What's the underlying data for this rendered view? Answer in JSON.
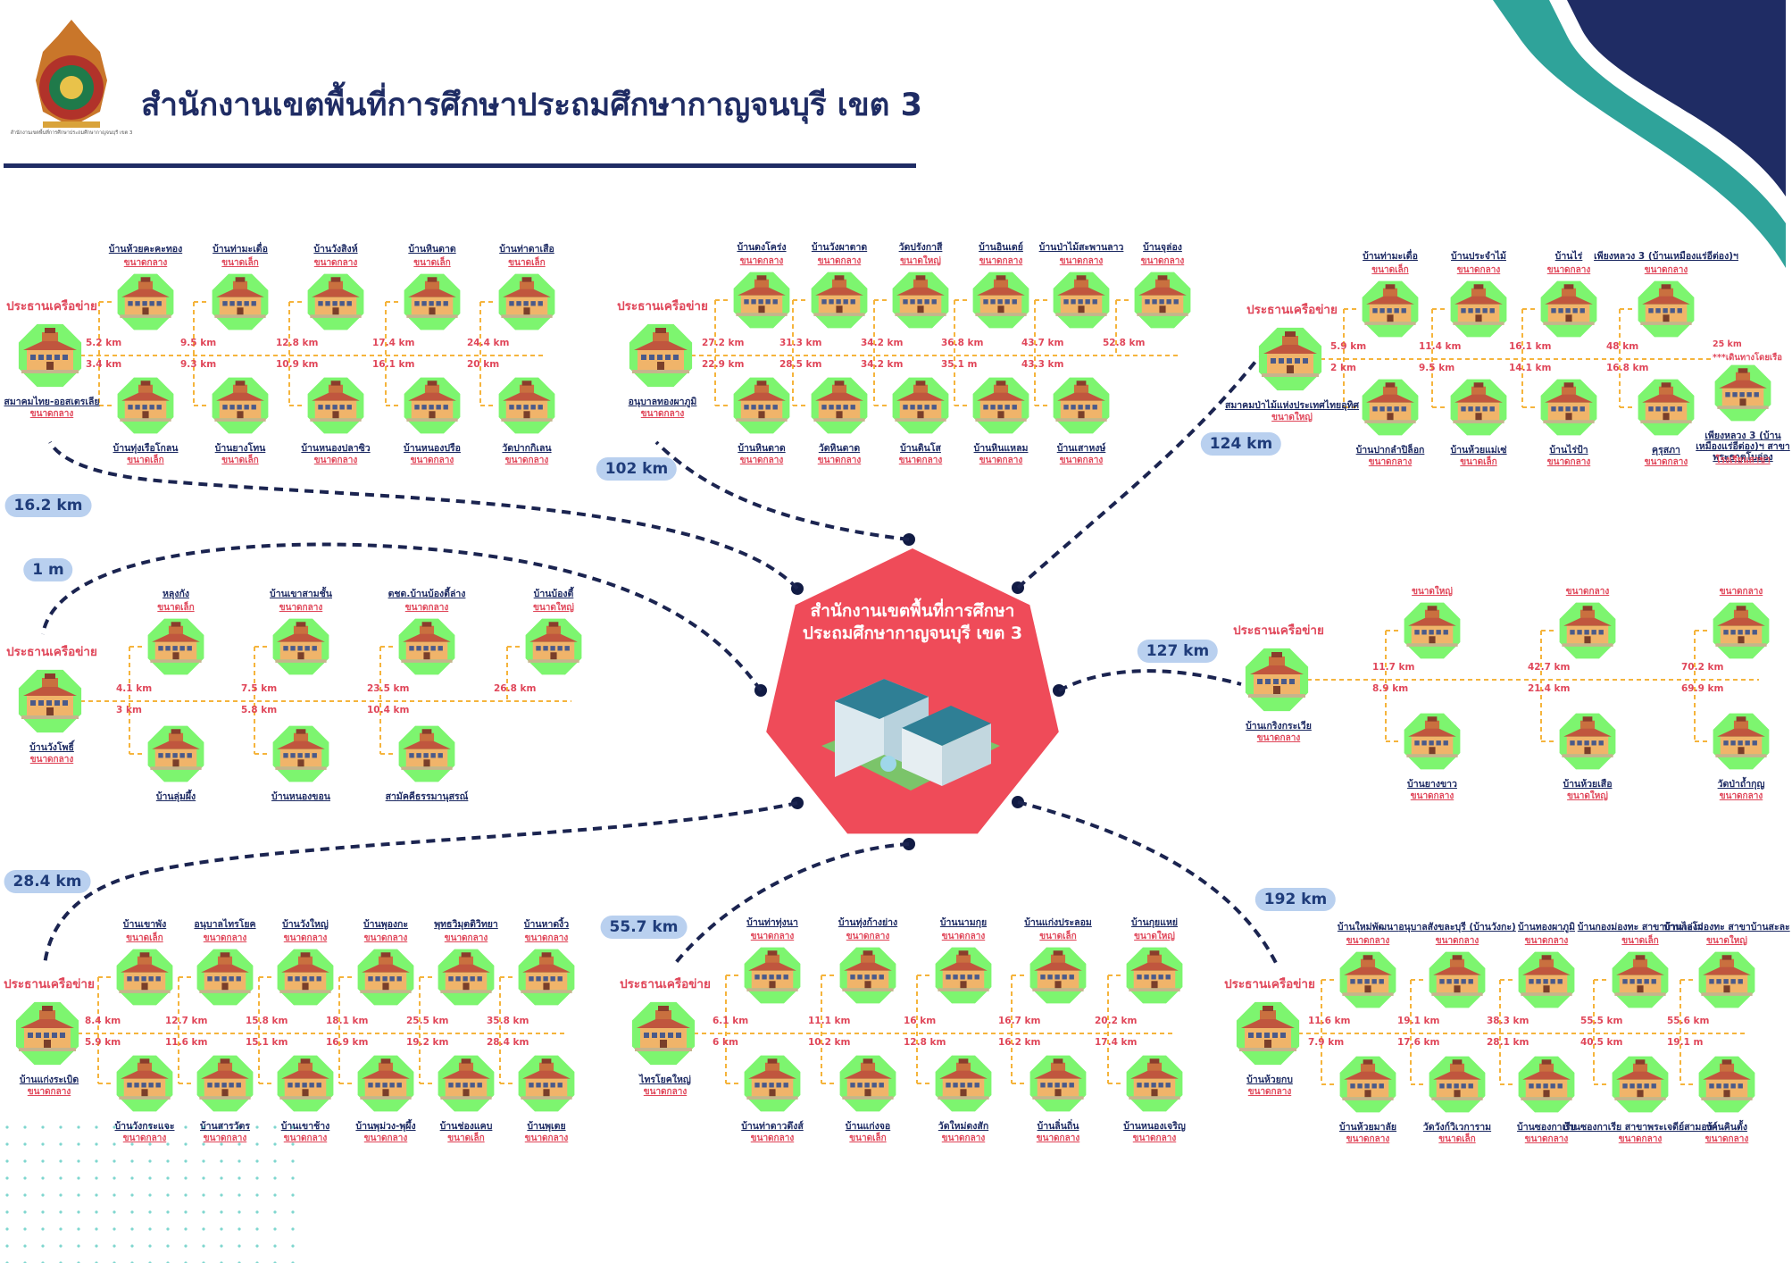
{
  "header": {
    "title": "สำนักงานเขตพื้นที่การศึกษาประถมศึกษากาญจนบุรี เขต 3",
    "logo_text": "สำนักงานเขตพื้นที่การศึกษาประถมศึกษากาญจนบุรี เขต 3"
  },
  "center": {
    "line1": "สำนักงานเขตพื้นที่การศึกษา",
    "line2": "ประถมศึกษากาญจนบุรี เขต 3"
  },
  "colors": {
    "navy": "#1f2c64",
    "red": "#e0475a",
    "hub": "#ef4b59",
    "green": "#7df56f",
    "orange": "#f5b43c",
    "teal": "#2fa39a"
  },
  "icons": {
    "school": "school-building-icon",
    "hub": "office-building-icon",
    "logo": "emblem-logo"
  },
  "networks": [
    {
      "chair_label": "ประธานเครือข่าย",
      "route_km": "16.2 km",
      "head": {
        "name": "สมาคมไทย-ออสเตรเลีย",
        "size": "ขนาดกลาง"
      },
      "top": [
        {
          "name": "บ้านห้วยคะคะทอง",
          "size": "ขนาดกลาง",
          "dist": "5.2 km"
        },
        {
          "name": "บ้านท่ามะเดื่อ",
          "size": "ขนาดเล็ก",
          "dist": "9.5 km"
        },
        {
          "name": "บ้านวังสิงห์",
          "size": "ขนาดกลาง",
          "dist": "12.8 km"
        },
        {
          "name": "บ้านหินดาด",
          "size": "ขนาดเล็ก",
          "dist": "17.4 km"
        },
        {
          "name": "บ้านท่าดาเสือ",
          "size": "ขนาดเล็ก",
          "dist": "24.4 km"
        }
      ],
      "bottom": [
        {
          "name": "บ้านทุ่งเรือโกลน",
          "size": "ขนาดเล็ก",
          "dist": "3.4 km"
        },
        {
          "name": "บ้านยางโทน",
          "size": "ขนาดเล็ก",
          "dist": "9.3 km"
        },
        {
          "name": "บ้านหนองปลาซิว",
          "size": "ขนาดกลาง",
          "dist": "10.9 km"
        },
        {
          "name": "บ้านหนองปรือ",
          "size": "ขนาดกลาง",
          "dist": "16.1 km"
        },
        {
          "name": "วัดปากกิเลน",
          "size": "ขนาดกลาง",
          "dist": "20 km"
        }
      ]
    },
    {
      "chair_label": "ประธานเครือข่าย",
      "route_km": "102 km",
      "head": {
        "name": "อนุบาลทองผาภูมิ",
        "size": "ขนาดกลาง"
      },
      "top": [
        {
          "name": "บ้านดงโคร่ง",
          "size": "ขนาดกลาง",
          "dist": "27.2 km"
        },
        {
          "name": "บ้านวังผาตาด",
          "size": "ขนาดกลาง",
          "dist": "31.3 km"
        },
        {
          "name": "วัดปรังกาสี",
          "size": "ขนาดใหญ่",
          "dist": "34.2 km"
        },
        {
          "name": "บ้านอินเดย์",
          "size": "ขนาดกลาง",
          "dist": "36.8 km"
        },
        {
          "name": "บ้านป่าไม้สะพานลาว",
          "size": "ขนาดกลาง",
          "dist": "43.7 km"
        },
        {
          "name": "บ้านจุล่อง",
          "size": "ขนาดกลาง",
          "dist": "52.8 km"
        }
      ],
      "bottom": [
        {
          "name": "บ้านหินดาด",
          "size": "ขนาดกลาง",
          "dist": "22.9 km"
        },
        {
          "name": "วัดหินดาด",
          "size": "ขนาดกลาง",
          "dist": "28.5 km"
        },
        {
          "name": "บ้านดินโส",
          "size": "ขนาดกลาง",
          "dist": "34.2 km"
        },
        {
          "name": "บ้านหินแหลม",
          "size": "ขนาดกลาง",
          "dist": "35.1 m"
        },
        {
          "name": "บ้านเสาหงษ์",
          "size": "ขนาดกลาง",
          "dist": "43.3 km"
        }
      ]
    },
    {
      "chair_label": "ประธานเครือข่าย",
      "route_km": "124 km",
      "head": {
        "name": "สมาคมป่าไม้แห่งประเทศไทยอุทิศ",
        "size": "ขนาดใหญ่"
      },
      "top": [
        {
          "name": "บ้านท่ามะเดื่อ",
          "size": "ขนาดเล็ก",
          "dist": "5.9 km"
        },
        {
          "name": "บ้านประจำไม้",
          "size": "ขนาดกลาง",
          "dist": "11.4 km"
        },
        {
          "name": "บ้านไร่",
          "size": "ขนาดกลาง",
          "dist": "16.1 km"
        },
        {
          "name": "เพียงหลวง 3 (บ้านเหมืองแร่อีต่อง)ฯ",
          "size": "ขนาดกลาง",
          "dist": "48 km"
        }
      ],
      "bottom": [
        {
          "name": "บ้านปากลำปิล็อก",
          "size": "ขนาดกลาง",
          "dist": "2 km"
        },
        {
          "name": "บ้านห้วยแม่เซ่",
          "size": "ขนาดเล็ก",
          "dist": "9.5 km"
        },
        {
          "name": "บ้านไร่ป้า",
          "size": "ขนาดกลาง",
          "dist": "14.1 km"
        },
        {
          "name": "คุรุสภา",
          "size": "ขนาดกลาง",
          "dist": "16.8 km"
        }
      ],
      "extra": {
        "name": "เพียงหลวง 3 (บ้านเหมืองแร่อีต่อง)ฯ สาขาพระธาตุโบอ่อง",
        "size": "โรงเรียนสาขา",
        "dist": "25 km",
        "note": "***เดินทางโดยเรือ"
      }
    },
    {
      "chair_label": "ประธานเครือข่าย",
      "route_km": "1 m",
      "head": {
        "name": "บ้านวังโพธิ์",
        "size": "ขนาดกลาง"
      },
      "top": [
        {
          "name": "หลุงกัง",
          "size": "ขนาดเล็ก",
          "dist": "4.1 km"
        },
        {
          "name": "บ้านเขาสามชั้น",
          "size": "ขนาดกลาง",
          "dist": "7.5 km"
        },
        {
          "name": "ตชด.บ้านบ้องตี้ล่าง",
          "size": "ขนาดกลาง",
          "dist": "23.5 km"
        },
        {
          "name": "บ้านบ้องตี้",
          "size": "ขนาดใหญ่",
          "dist": "26.8 km"
        }
      ],
      "bottom": [
        {
          "name": "บ้านลุ่มผึ้ง",
          "size": "",
          "dist": "3 km"
        },
        {
          "name": "บ้านหนองขอน",
          "size": "",
          "dist": "5.8 km"
        },
        {
          "name": "สามัคคีธรรมานุสรณ์",
          "size": "",
          "dist": "10.4 km"
        }
      ]
    },
    {
      "chair_label": "ประธานเครือข่าย",
      "route_km": "127 km",
      "head": {
        "name": "บ้านเกริงกระเวีย",
        "size": "ขนาดกลาง"
      },
      "top": [
        {
          "name": "",
          "size": "ขนาดใหญ่",
          "dist": "11.7 km"
        },
        {
          "name": "",
          "size": "ขนาดกลาง",
          "dist": "42.7 km"
        },
        {
          "name": "",
          "size": "ขนาดกลาง",
          "dist": "70.2 km"
        }
      ],
      "bottom": [
        {
          "name": "บ้านยางขาว",
          "size": "ขนาดกลาง",
          "dist": "8.9 km"
        },
        {
          "name": "บ้านห้วยเสือ",
          "size": "ขนาดใหญ่",
          "dist": "21.4 km"
        },
        {
          "name": "วัดป่าถ้ำกุญ",
          "size": "ขนาดกลาง",
          "dist": "69.9 km"
        }
      ]
    },
    {
      "chair_label": "ประธานเครือข่าย",
      "route_km": "28.4 km",
      "head": {
        "name": "บ้านแก่งระเบิด",
        "size": "ขนาดกลาง"
      },
      "top": [
        {
          "name": "บ้านเขาพัง",
          "size": "ขนาดเล็ก",
          "dist": "8.4 km"
        },
        {
          "name": "อนุบาลไทรโยค",
          "size": "ขนาดกลาง",
          "dist": "12.7 km"
        },
        {
          "name": "บ้านวังใหญ่",
          "size": "ขนาดกลาง",
          "dist": "15.8 km"
        },
        {
          "name": "บ้านพุองกะ",
          "size": "ขนาดกลาง",
          "dist": "18.1 km"
        },
        {
          "name": "พุทธวิมุตติวิทยา",
          "size": "ขนาดกลาง",
          "dist": "25.5 km"
        },
        {
          "name": "บ้านหาดงิ้ว",
          "size": "ขนาดกลาง",
          "dist": "35.8 km"
        }
      ],
      "bottom": [
        {
          "name": "บ้านวังกระแจะ",
          "size": "ขนาดกลาง",
          "dist": "5.9 km"
        },
        {
          "name": "บ้านสารวัตร",
          "size": "ขนาดกลาง",
          "dist": "11.6 km"
        },
        {
          "name": "บ้านเขาช้าง",
          "size": "ขนาดกลาง",
          "dist": "15.1 km"
        },
        {
          "name": "บ้านพุม่วง-พุผึ้ง",
          "size": "ขนาดกลาง",
          "dist": "16.9 km"
        },
        {
          "name": "บ้านช่องแคบ",
          "size": "ขนาดเล็ก",
          "dist": "19.2 km"
        },
        {
          "name": "บ้านพุเตย",
          "size": "ขนาดกลาง",
          "dist": "28.4 km"
        }
      ]
    },
    {
      "chair_label": "ประธานเครือข่าย",
      "route_km": "55.7 km",
      "head": {
        "name": "ไทรโยคใหญ่",
        "size": "ขนาดกลาง"
      },
      "top": [
        {
          "name": "บ้านท่าทุ่งนา",
          "size": "ขนาดกลาง",
          "dist": "6.1 km"
        },
        {
          "name": "บ้านทุ่งก้างย่าง",
          "size": "ขนาดกลาง",
          "dist": "11.1 km"
        },
        {
          "name": "บ้านนามกุย",
          "size": "ขนาดกลาง",
          "dist": "16 km"
        },
        {
          "name": "บ้านแก่งประลอม",
          "size": "ขนาดเล็ก",
          "dist": "16.7 km"
        },
        {
          "name": "บ้านกุยแหย่",
          "size": "ขนาดใหญ่",
          "dist": "20.2 km"
        }
      ],
      "bottom": [
        {
          "name": "บ้านท่าดาวดึงส์",
          "size": "ขนาดกลาง",
          "dist": "6 km"
        },
        {
          "name": "บ้านแก่งจอ",
          "size": "ขนาดเล็ก",
          "dist": "10.2 km"
        },
        {
          "name": "วัดใหม่ดงสัก",
          "size": "ขนาดกลาง",
          "dist": "12.8 km"
        },
        {
          "name": "บ้านลิ่นถิ่น",
          "size": "ขนาดกลาง",
          "dist": "16.2 km"
        },
        {
          "name": "บ้านหนองเจริญ",
          "size": "ขนาดกลาง",
          "dist": "17.4 km"
        }
      ]
    },
    {
      "chair_label": "ประธานเครือข่าย",
      "route_km": "192 km",
      "head": {
        "name": "บ้านห้วยกบ",
        "size": "ขนาดกลาง"
      },
      "top": [
        {
          "name": "บ้านใหม่พัฒนา",
          "size": "ขนาดกลาง",
          "dist": "11.6 km"
        },
        {
          "name": "อนุบาลสังขละบุรี (บ้านวังกะ)",
          "size": "ขนาดกลาง",
          "dist": "19.1 km"
        },
        {
          "name": "บ้านทองผาภูมิ",
          "size": "ขนาดกลาง",
          "dist": "38.3 km"
        },
        {
          "name": "บ้านกองม่องทะ สาขาบ้านไล่โว่",
          "size": "ขนาดเล็ก",
          "dist": "55.5 km"
        },
        {
          "name": "บ้านกองม่องทะ สาขาบ้านสะละ",
          "size": "ขนาดใหญ่",
          "dist": "55.6 km"
        }
      ],
      "bottom": [
        {
          "name": "บ้านห้วยมาลัย",
          "size": "ขนาดกลาง",
          "dist": "7.9 km"
        },
        {
          "name": "วัดวังก์วิเวการาม",
          "size": "ขนาดเล็ก",
          "dist": "17.6 km"
        },
        {
          "name": "บ้านซองกาเรีย",
          "size": "ขนาดกลาง",
          "dist": "28.1 km"
        },
        {
          "name": "บ้านซองกาเรีย สาขาพระเจดีย์สามองค์",
          "size": "ขนาดกลาง",
          "dist": "40.5 km"
        },
        {
          "name": "บ้านคินตั้ง",
          "size": "ขนาดกลาง",
          "dist": "19.1 m"
        }
      ]
    }
  ]
}
